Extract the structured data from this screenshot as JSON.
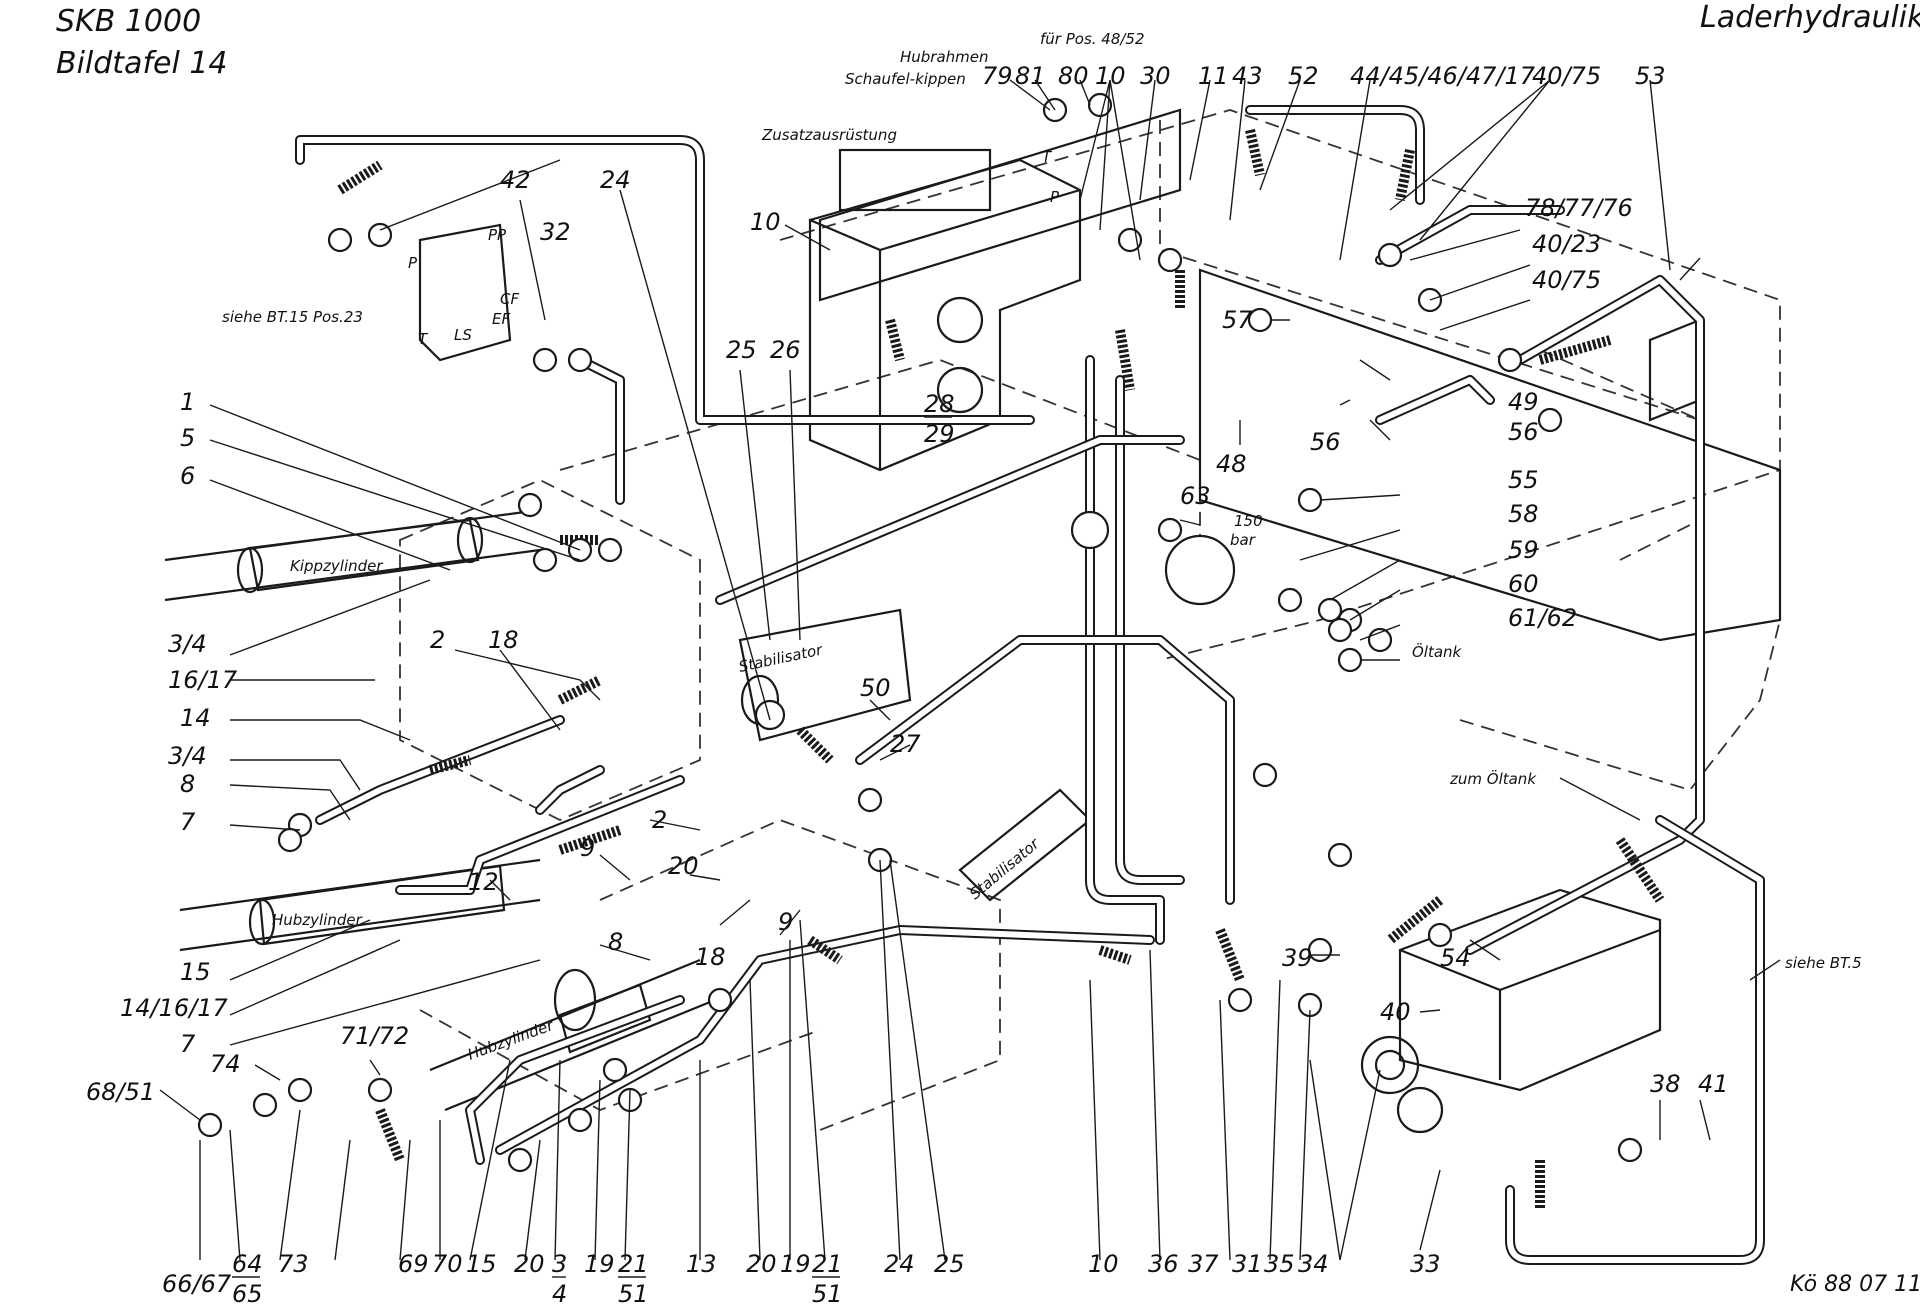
{
  "header": {
    "model": "SKB 1000",
    "plate": "Bildtafel 14",
    "section": "Laderhydraulik",
    "drawing_ref": "Kö 88 07 11"
  },
  "labels": {
    "kippzylinder": "Kippzylinder",
    "hubzylinder_left": "Hubzylinder",
    "hubzylinder_center": "Hubzylinder",
    "stabilisator_center": "Stabilisator",
    "stabilisator_right": "Stabilisator",
    "zusatzausruestung": "Zusatzausrüstung",
    "hubrahmen": "Hubrahmen",
    "schaufel_kippen": "Schaufel-kippen",
    "fuer_pos": "für Pos. 48/52",
    "siehe_bt15": "siehe BT.15 Pos.23",
    "siehe_bt5": "siehe BT.5",
    "oeltank": "Öltank",
    "zum_oeltank": "zum Öltank",
    "pressure": "150",
    "pressure_unit": "bar",
    "port_p": "P",
    "port_pp": "PP",
    "port_cf": "CF",
    "port_ef": "EF",
    "port_t": "T",
    "port_ls": "LS",
    "port_t_valve": "T",
    "port_p_valve": "P"
  },
  "callouts": {
    "c79": "79",
    "c81": "81",
    "c80": "80",
    "c10_top": "10",
    "c30": "30",
    "c11": "11",
    "c43": "43",
    "c52": "52",
    "c44": "44/45/46/47/17",
    "c40_75_top": "40/75",
    "c53": "53",
    "c42": "42",
    "c32": "32",
    "c24_top": "24",
    "c10_left": "10",
    "c78": "78/77/76",
    "c40_23": "40/23",
    "c40_75_mid": "40/75",
    "c57": "57",
    "c25_top": "25",
    "c26": "26",
    "c28": "28",
    "c29": "29",
    "c48": "48",
    "c56_a": "56",
    "c49": "49",
    "c56_b": "56",
    "c63": "63",
    "c55": "55",
    "c58": "58",
    "c59": "59",
    "c60": "60",
    "c61": "61/62",
    "c1": "1",
    "c5": "5",
    "c6": "6",
    "c3_4_a": "3/4",
    "c2_a": "2",
    "c18_a": "18",
    "c16_17": "16/17",
    "c14": "14",
    "c3_4_b": "3/4",
    "c8_a": "8",
    "c7_a": "7",
    "c50": "50",
    "c27": "27",
    "c2_b": "2",
    "c9_a": "9",
    "c12": "12",
    "c20_a": "20",
    "c15_a": "15",
    "c14_16_17": "14/16/17",
    "c7_b": "7",
    "c8_b": "8",
    "c18_b": "18",
    "c9_b": "9",
    "c71_72": "71/72",
    "c74": "74",
    "c68_51": "68/51",
    "c39": "39",
    "c40_b": "40",
    "c54": "54",
    "c38": "38",
    "c41": "41",
    "b66": "66/67",
    "b64": "64",
    "b65": "65",
    "b73": "73",
    "b69": "69",
    "b70": "70",
    "b15": "15",
    "b20_a": "20",
    "b3": "3",
    "b4": "4",
    "b19_a": "19",
    "b21_a": "21",
    "b51_a": "51",
    "b13": "13",
    "b20_b": "20",
    "b19_b": "19",
    "b21_b": "21",
    "b51_b": "51",
    "b24": "24",
    "b25": "25",
    "b10": "10",
    "b36": "36",
    "b37": "37",
    "b31": "31",
    "b35": "35",
    "b34": "34",
    "b33": "33"
  }
}
